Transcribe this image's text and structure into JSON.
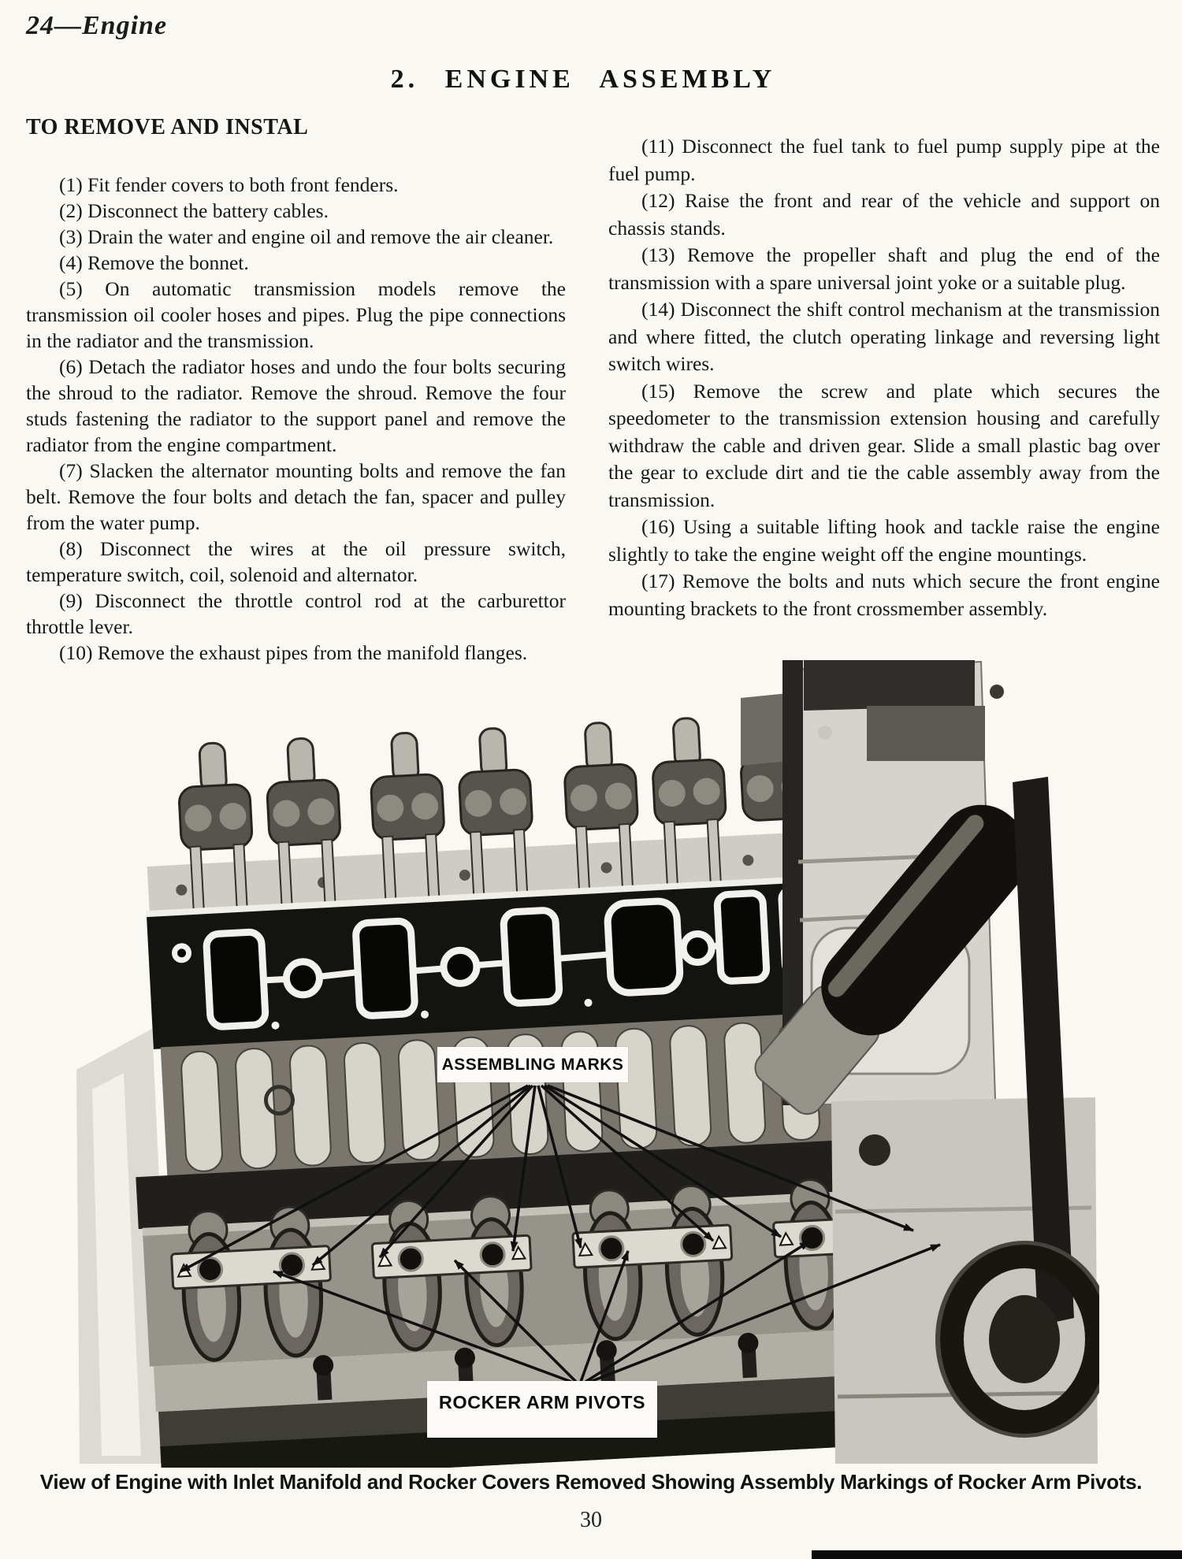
{
  "page": {
    "running_header": "24—Engine",
    "title": "2. ENGINE ASSEMBLY",
    "page_number": "30"
  },
  "left_column": {
    "heading": "TO REMOVE AND INSTAL",
    "steps": [
      "(1) Fit fender covers to both front fenders.",
      "(2) Disconnect the battery cables.",
      "(3) Drain the water and engine oil and remove the air cleaner.",
      "(4) Remove the bonnet.",
      "(5) On automatic transmission models remove the transmission oil cooler hoses and pipes. Plug the pipe connections in the radiator and the transmission.",
      "(6) Detach the radiator hoses and undo the four bolts securing the shroud to the radiator. Remove the shroud. Remove the four studs fastening the radiator to the support panel and remove the radiator from the engine compartment.",
      "(7) Slacken the alternator mounting bolts and remove the fan belt. Remove the four bolts and detach the fan, spacer and pulley from the water pump.",
      "(8) Disconnect the wires at the oil pressure switch, temperature switch, coil, solenoid and alternator.",
      "(9) Disconnect the throttle control rod at the carburettor throttle lever.",
      "(10) Remove the exhaust pipes from the manifold flanges."
    ]
  },
  "right_column": {
    "steps": [
      "(11) Disconnect the fuel tank to fuel pump supply pipe at the fuel pump.",
      "(12) Raise the front and rear of the vehicle and support on chassis stands.",
      "(13) Remove the propeller shaft and plug the end of the transmission with a spare universal joint yoke or a suitable plug.",
      "(14) Disconnect the shift control mechanism at the transmission and where fitted, the clutch operating linkage and reversing light switch wires.",
      "(15) Remove the screw and plate which secures the speedometer to the transmission extension housing and carefully withdraw the cable and driven gear. Slide a small plastic bag over the gear to exclude dirt and tie the cable assembly away from the transmission.",
      "(16) Using a suitable lifting hook and tackle raise the engine slightly to take the engine weight off the engine mountings.",
      "(17) Remove the bolts and nuts which secure the front engine mounting brackets to the front crossmember assembly."
    ]
  },
  "figure": {
    "label_assembling_marks": "ASSEMBLING MARKS",
    "label_rocker_arm_pivots": "ROCKER ARM PIVOTS",
    "caption": "View of Engine with Inlet Manifold and Rocker Covers Removed Showing Assembly Markings of Rocker Arm Pivots."
  },
  "colors": {
    "paper": "#f9f8f3",
    "ink": "#161616"
  }
}
